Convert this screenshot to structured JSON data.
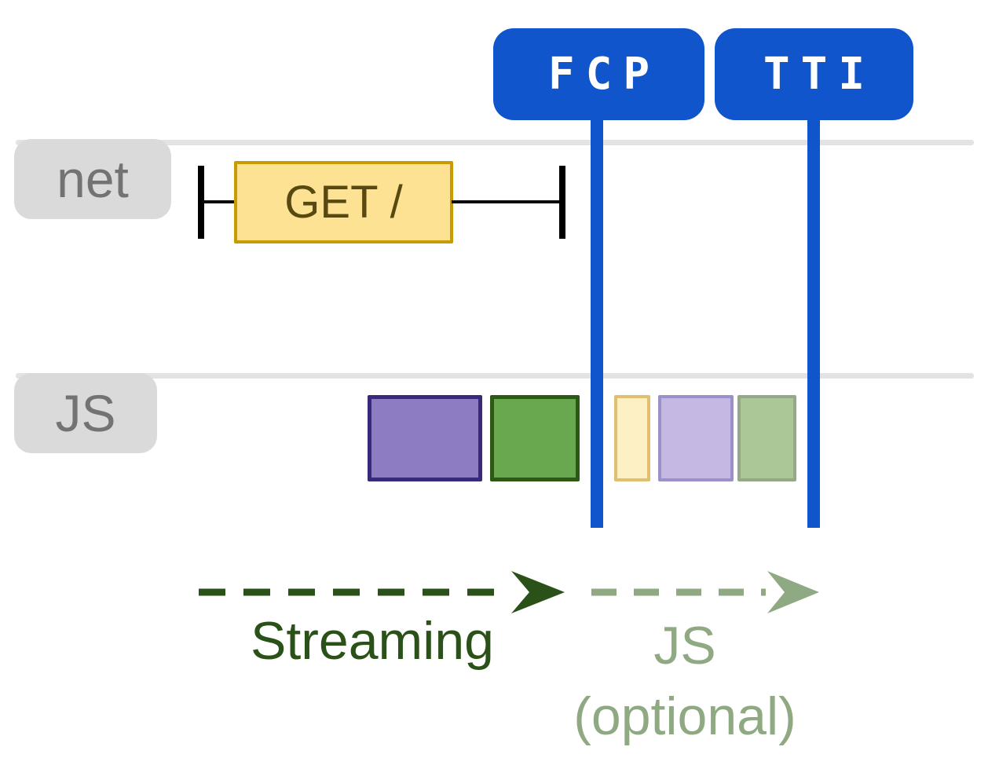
{
  "diagram": {
    "type": "performance-timeline",
    "description": "Streaming server rendering timeline: net and JS lanes with FCP and TTI markers; streaming phase before FCP, optional JS phase between FCP and TTI",
    "markers": [
      {
        "id": "fcp",
        "label": "FCP",
        "color": "#1155cc"
      },
      {
        "id": "tti",
        "label": "TTI",
        "color": "#1155cc"
      }
    ],
    "lanes": [
      {
        "id": "net",
        "label": "net",
        "items": [
          {
            "type": "network-request",
            "label": "GET /",
            "fill": "#fde293",
            "border": "#c79b01"
          }
        ]
      },
      {
        "id": "js",
        "label": "JS",
        "items": [
          {
            "type": "task",
            "label": "",
            "fill": "#8e7cc3",
            "border": "#39297b",
            "phase": "before-fcp"
          },
          {
            "type": "task",
            "label": "",
            "fill": "#6aa84f",
            "border": "#2c5a14",
            "phase": "before-fcp"
          },
          {
            "type": "task",
            "label": "",
            "fill": "#fdf0c5",
            "border": "#e0c070",
            "phase": "after-fcp"
          },
          {
            "type": "task",
            "label": "",
            "fill": "#c5b8e2",
            "border": "#9c90ca",
            "phase": "after-fcp"
          },
          {
            "type": "task",
            "label": "",
            "fill": "#abc798",
            "border": "#93a987",
            "phase": "after-fcp"
          }
        ]
      }
    ],
    "phases": [
      {
        "id": "streaming",
        "label": "Streaming",
        "color": "#2a5117",
        "arrow": "dashed-right"
      },
      {
        "id": "js-optional",
        "label": "JS",
        "sublabel": "(optional)",
        "color": "#8fa983",
        "arrow": "dashed-right"
      }
    ]
  },
  "colors": {
    "marker_blue": "#1155cc",
    "lane_line_gray": "#e3e3e3",
    "lane_tab_gray": "#dadada",
    "lane_text_gray": "#737373",
    "request_black": "#000000",
    "streaming_green": "#2a5117",
    "optional_sage": "#8fa983"
  }
}
